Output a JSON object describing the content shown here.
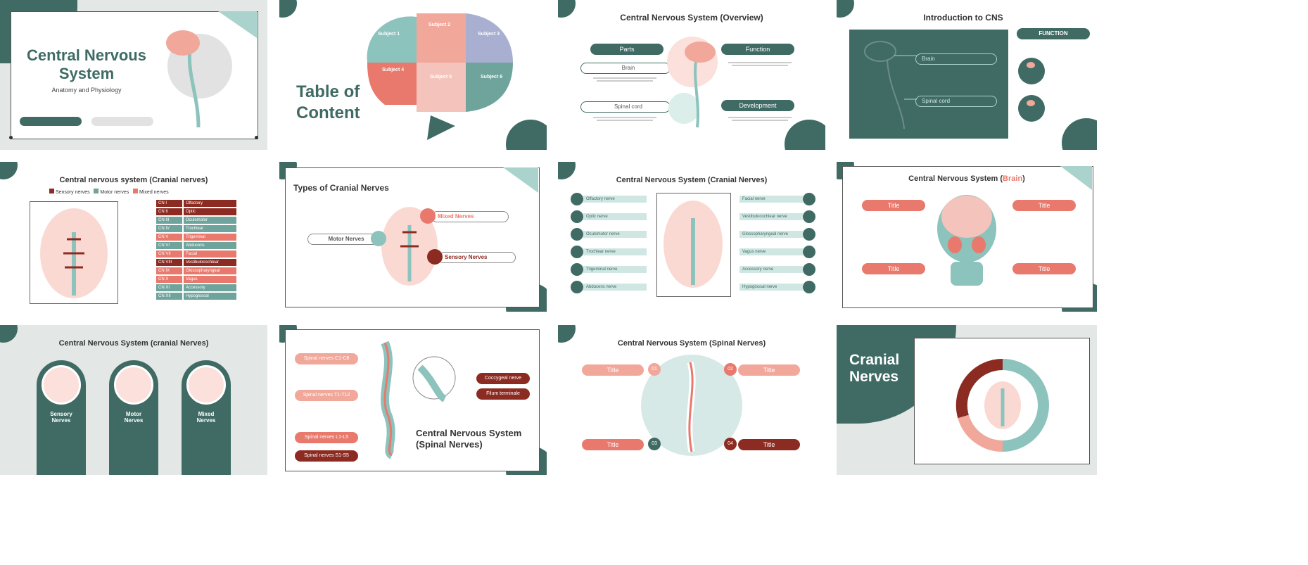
{
  "colors": {
    "teal": "#3f6b64",
    "mint": "#8cc3bd",
    "coral": "#e8796c",
    "salmon": "#f2a79b",
    "maroon": "#8c2b22",
    "lavender": "#a9afd0"
  },
  "s1": {
    "title": "Central Nervous System",
    "subtitle": "Anatomy and Physiology"
  },
  "s2": {
    "title": "Table of Content",
    "pieces": [
      "Subject 1",
      "Subject 2",
      "Subject 3",
      "Subject 4",
      "Subject 5",
      "Subject 6"
    ]
  },
  "s3": {
    "title": "Central Nervous System (Overview)",
    "parts": "Parts",
    "function": "Function",
    "development": "Development",
    "brain": "Brain",
    "spinal": "Spinal cord"
  },
  "s4": {
    "title": "Introduction to CNS",
    "function": "FUNCTION",
    "brain": "Brain",
    "spinal": "Spinal cord"
  },
  "s5": {
    "title": "Central nervous system (Cranial nerves)",
    "legend": [
      "Sensory nerves",
      "Motor nerves",
      "Mixed nerves"
    ],
    "codes": [
      "CN I",
      "CN II",
      "CN III",
      "CN IV",
      "CN V",
      "CN VI",
      "CN VII",
      "CN VIII",
      "CN IX",
      "CN X",
      "CN XI",
      "CN XII"
    ],
    "names": [
      "Olfactory",
      "Optic",
      "Oculomotor",
      "Trochlear",
      "Trigeminal",
      "Abducens",
      "Facial",
      "Vestibulocochlear",
      "Glossopharyngeal",
      "Vagus",
      "Accessory",
      "Hypoglossal"
    ]
  },
  "s6": {
    "title": "Types of Cranial Nerves",
    "mixed": "Mixed Nerves",
    "motor": "Motor Nerves",
    "sensory": "Sensory Nerves"
  },
  "s7": {
    "title": "Central Nervous System (Cranial Nerves)",
    "left": [
      "Olfactory nerve",
      "Optic nerve",
      "Oculomotor nerve",
      "Trochlear nerve",
      "Trigeminal nerve",
      "Abducens nerve"
    ],
    "right": [
      "Facial nerve",
      "Vestibulocochlear nerve",
      "Glossopharyngeal nerve",
      "Vagus nerve",
      "Accessory nerve",
      "Hypoglossal nerve"
    ]
  },
  "s8": {
    "title_a": "Central Nervous System (",
    "title_b": "Brain",
    "title_c": ")",
    "tag": "Title"
  },
  "s9": {
    "title": "Central Nervous System (cranial Nerves)",
    "cols": [
      "Sensory Nerves",
      "Motor Nerves",
      "Mixed Nerves"
    ]
  },
  "s10": {
    "title": "Central Nervous System (Spinal Nerves)",
    "labels": [
      "Spinal nerves C1-C8",
      "Spinal nerves T1-T12",
      "Spinal nerves L1-L5",
      "Spinal nerves S1-S5"
    ],
    "coccygeal": "Coccygeal nerve",
    "filum": "Filum terminale"
  },
  "s11": {
    "title": "Central Nervous System (Spinal Nerves)",
    "tag": "Title",
    "nums": [
      "01",
      "02",
      "03",
      "04"
    ]
  },
  "s12": {
    "title": "Cranial Nerves"
  }
}
